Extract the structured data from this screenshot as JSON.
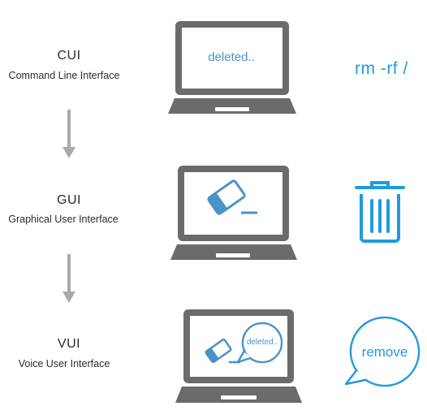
{
  "accent_color": "#1f9be0",
  "laptop_color": "#6b6b6b",
  "arrow_color": "#a9a9a9",
  "rows": [
    {
      "title": "CUI",
      "subtitle": "Command Line Interface",
      "screen_text": "deleted..",
      "side_text": "rm -rf /",
      "side_icon": "terminal-command"
    },
    {
      "title": "GUI",
      "subtitle": "Graphical User Interface",
      "screen_icon": "eraser-icon",
      "side_icon": "trash-can-icon"
    },
    {
      "title": "VUI",
      "subtitle": "Voice User Interface",
      "screen_icon": "eraser-icon",
      "screen_bubble_text": "deleted..",
      "side_bubble_text": "remove",
      "side_icon": "speech-bubble-icon"
    }
  ]
}
